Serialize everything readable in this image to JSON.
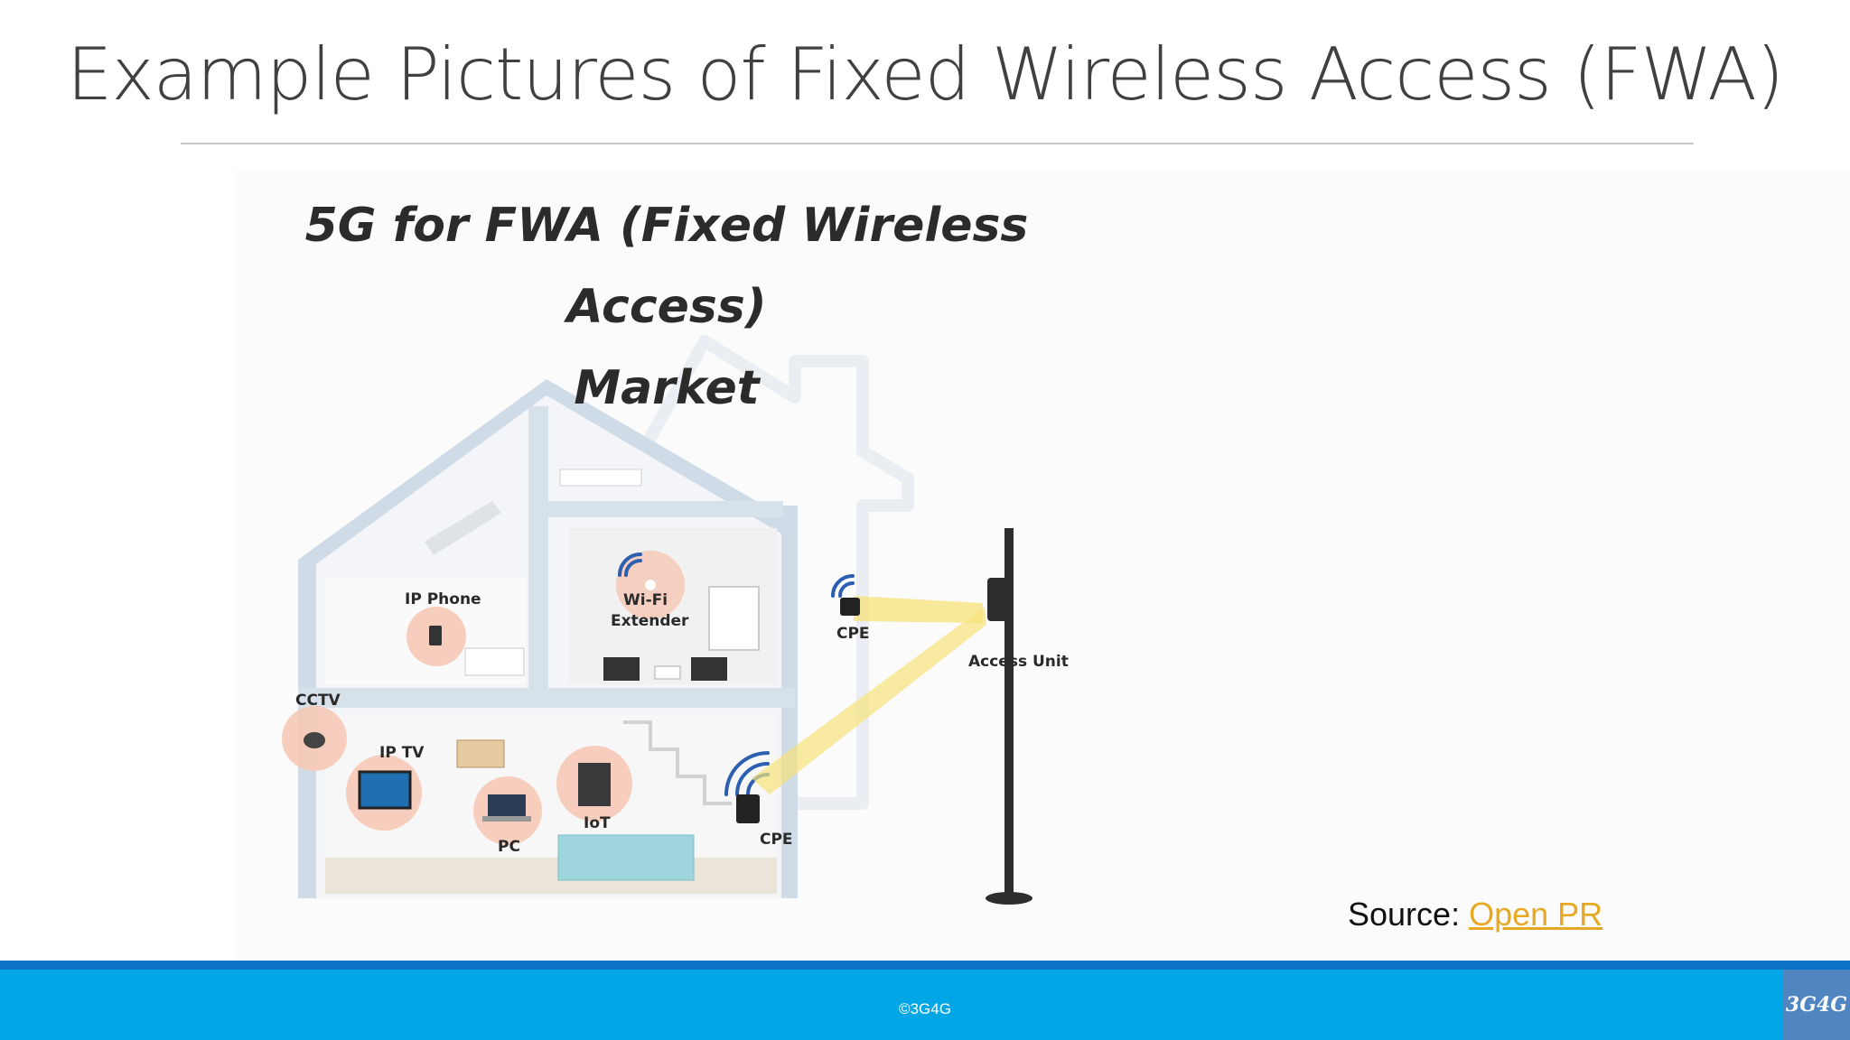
{
  "slide": {
    "title": "Example Pictures of Fixed Wireless Access (FWA)"
  },
  "figure": {
    "heading_line1": "5G for FWA (Fixed Wireless Access)",
    "heading_line2": "Market",
    "labels": {
      "ip_phone": "IP Phone",
      "wifi_extender_1": "Wi-Fi",
      "wifi_extender_2": "Extender",
      "cpe_outdoor": "CPE",
      "access_unit": "Access Unit",
      "cctv": "CCTV",
      "ip_tv": "IP TV",
      "pc": "PC",
      "iot": "IoT",
      "cpe_indoor": "CPE"
    }
  },
  "source": {
    "prefix": "Source: ",
    "link_text": "Open PR"
  },
  "footer": {
    "copyright": "©3G4G",
    "logo": "3G4G"
  },
  "colors": {
    "footer_band": "#00a6e6",
    "footer_stripe": "#0b72c4",
    "link": "#e7a823",
    "logo_bg": "#4f86c2"
  }
}
